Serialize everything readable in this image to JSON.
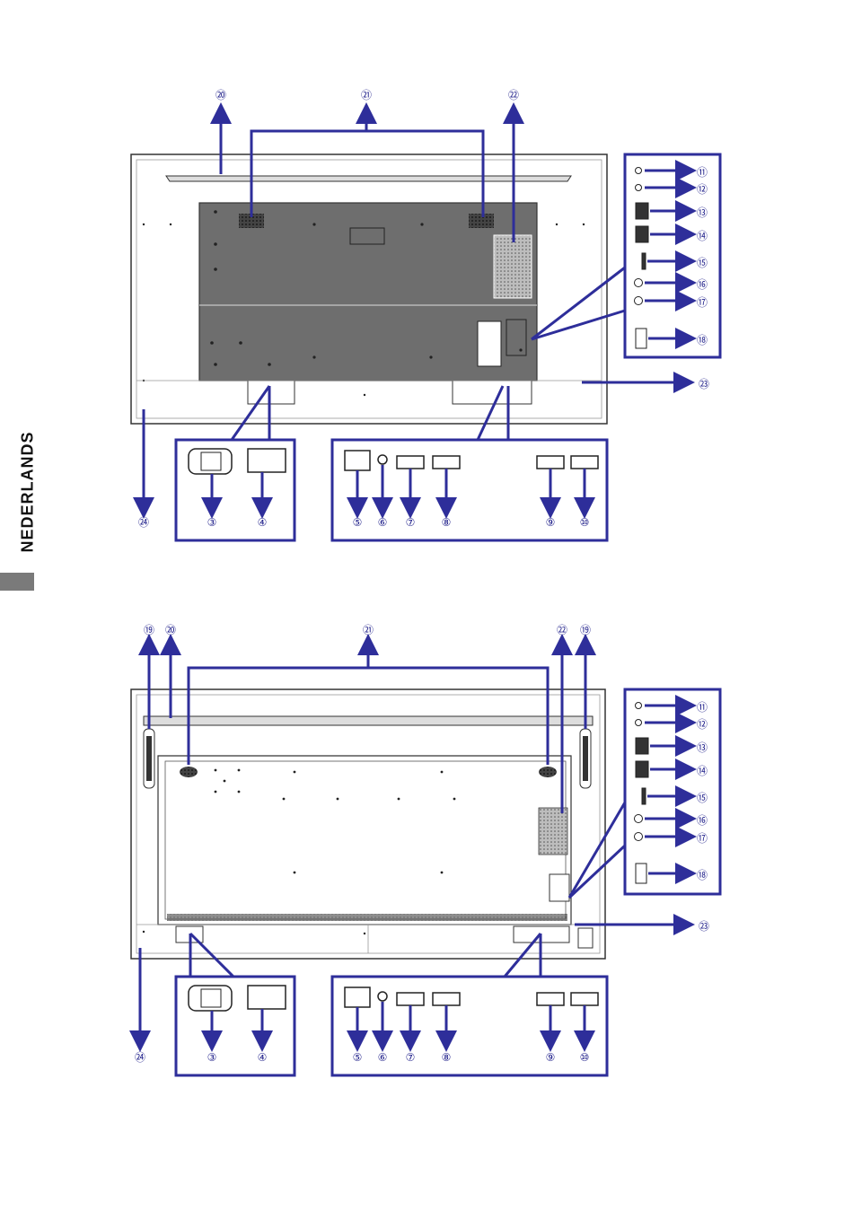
{
  "sidebar": {
    "language_label": "NEDERLANDS",
    "tab_color": "#7a7a7a"
  },
  "colors": {
    "callout_blue": "#2e2e9a",
    "outline": "#333333",
    "panel_fill": "#6e6e6e"
  },
  "callouts": {
    "c3": "③",
    "c4": "④",
    "c5": "⑤",
    "c6": "⑥",
    "c7": "⑦",
    "c8": "⑧",
    "c9": "⑨",
    "c10": "⑩",
    "c11": "⑪",
    "c12": "⑫",
    "c13": "⑬",
    "c14": "⑭",
    "c15": "⑮",
    "c16": "⑯",
    "c17": "⑰",
    "c18": "⑱",
    "c19": "⑲",
    "c20": "⑳",
    "c21": "㉑",
    "c22": "㉒",
    "c23": "㉓",
    "c24": "㉔"
  },
  "diagrams": [
    {
      "name": "top-display-rear-view"
    },
    {
      "name": "bottom-display-rear-view"
    }
  ]
}
